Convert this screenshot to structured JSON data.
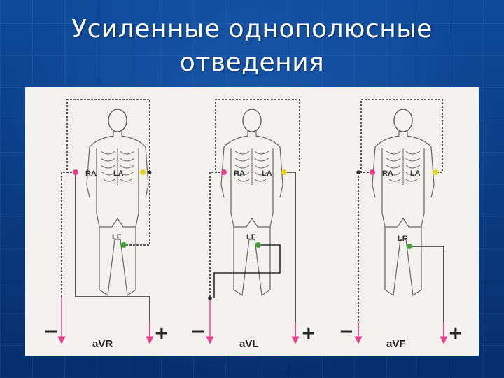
{
  "slide": {
    "title_line1": "Усиленные однополюсные",
    "title_line2": "отведения"
  },
  "electrodes": {
    "ra": "RA",
    "la": "LA",
    "lf": "LF"
  },
  "leads": [
    {
      "name": "aVR",
      "minus": "−",
      "plus": "+"
    },
    {
      "name": "aVL",
      "minus": "−",
      "plus": "+"
    },
    {
      "name": "aVF",
      "minus": "−",
      "plus": "+"
    }
  ],
  "colors": {
    "background": "#0b3f86",
    "ra_electrode": "#e8408a",
    "la_electrode": "#e6d21e",
    "lf_electrode": "#3fa33a",
    "arrow": "#e8408a",
    "wire": "#2a2a2a"
  },
  "icons": [
    "human-figure-icon",
    "arrow-down-icon",
    "electrode-dot-icon"
  ]
}
